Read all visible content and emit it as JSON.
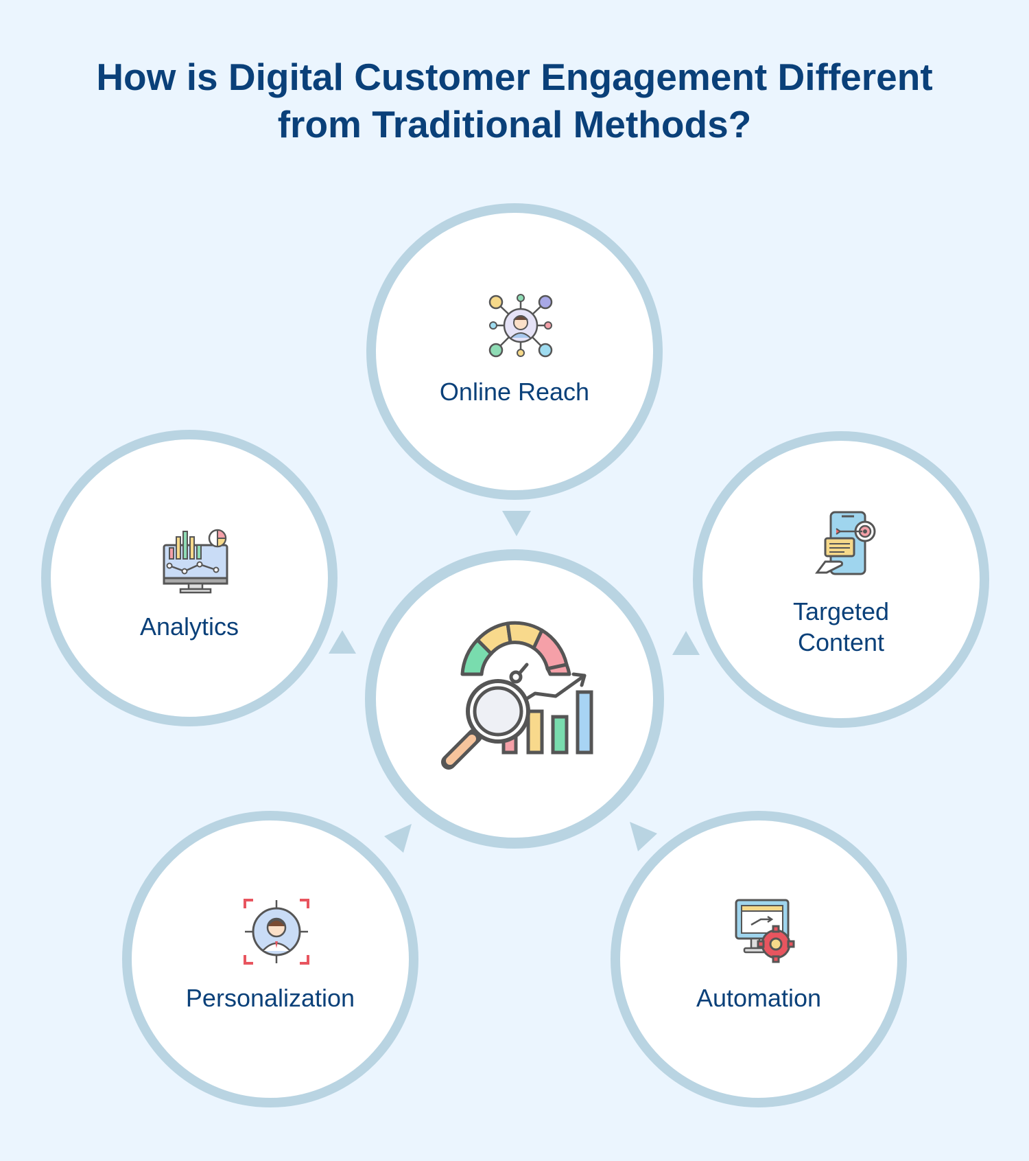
{
  "title": {
    "line1": "How is Digital Customer Engagement Different",
    "line2": "from Traditional Methods?"
  },
  "center": {
    "icon": "performance-analytics-icon"
  },
  "nodes": [
    {
      "key": "online_reach",
      "label": "Online Reach",
      "icon": "network-person-icon"
    },
    {
      "key": "targeted_content",
      "label_line1": "Targeted",
      "label_line2": "Content",
      "icon": "phone-target-icon"
    },
    {
      "key": "automation",
      "label": "Automation",
      "icon": "monitor-gear-icon"
    },
    {
      "key": "personalization",
      "label": "Personalization",
      "icon": "user-focus-icon"
    },
    {
      "key": "analytics",
      "label": "Analytics",
      "icon": "dashboard-monitor-icon"
    }
  ],
  "colors": {
    "background": "#ebf5fe",
    "title": "#0a4079",
    "ring": "#b9d4e2",
    "circle_fill": "#ffffff"
  }
}
